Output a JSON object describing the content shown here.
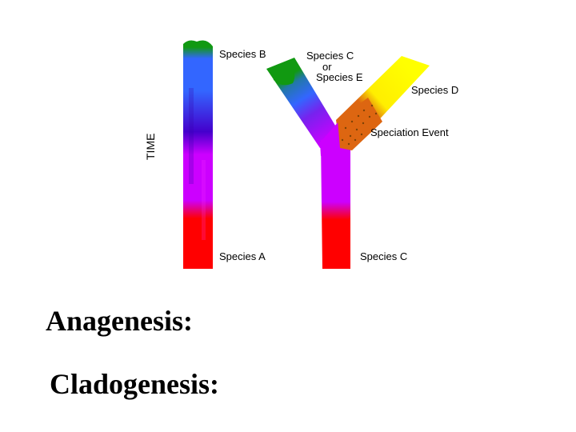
{
  "diagram": {
    "axis_label": "TIME",
    "labels": {
      "species_b": "Species B",
      "species_c_or_e_line1": "Species C",
      "species_c_or_e_line2": "or",
      "species_c_or_e_line3": "Species E",
      "species_d": "Species D",
      "speciation_event": "Speciation Event",
      "species_a": "Species A",
      "species_c": "Species C"
    },
    "colors": {
      "red": "#ff0000",
      "magenta": "#cc00ff",
      "indigo": "#4400cc",
      "blue": "#3366ff",
      "green": "#119911",
      "yellow": "#ffff00",
      "speciation_orange": "#dd6611"
    }
  },
  "headings": {
    "anagenesis": "Anagenesis:",
    "cladogenesis": "Cladogenesis:"
  }
}
